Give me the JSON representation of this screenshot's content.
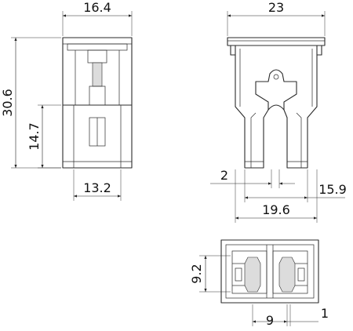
{
  "dimensions": {
    "side_width": "16.4",
    "side_height": "30.6",
    "side_lower_height": "14.7",
    "side_bottom_width": "13.2",
    "front_width": "23",
    "front_slot": "2",
    "front_base": "15.9",
    "front_bottom": "19.6",
    "top_height": "9.2",
    "top_spacing": "9",
    "top_offset": "1"
  }
}
